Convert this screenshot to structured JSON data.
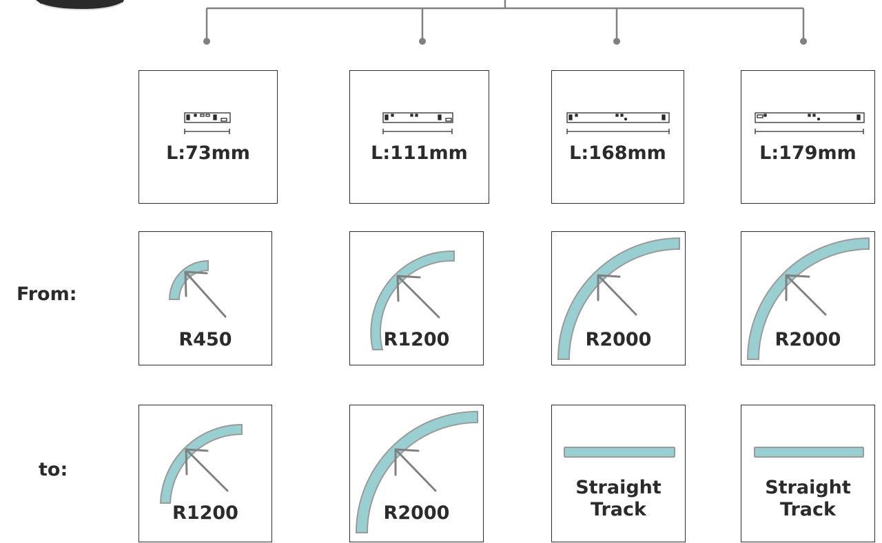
{
  "row_labels": {
    "from": "From:",
    "to": "to:"
  },
  "columns": [
    {
      "length_label": "L:73mm",
      "from_label": "R450",
      "to_label": "R1200"
    },
    {
      "length_label": "L:111mm",
      "from_label": "R1200",
      "to_label": "R2000"
    },
    {
      "length_label": "L:168mm",
      "from_label": "R2000",
      "to_label_line1": "Straight",
      "to_label_line2": "Track"
    },
    {
      "length_label": "L:179mm",
      "from_label": "R2000",
      "to_label_line1": "Straight",
      "to_label_line2": "Track"
    }
  ],
  "colors": {
    "track_fill": "#99cfd0",
    "track_edge": "#9a9a9a",
    "connector": "#808080",
    "outline": "#2b2b2b"
  }
}
